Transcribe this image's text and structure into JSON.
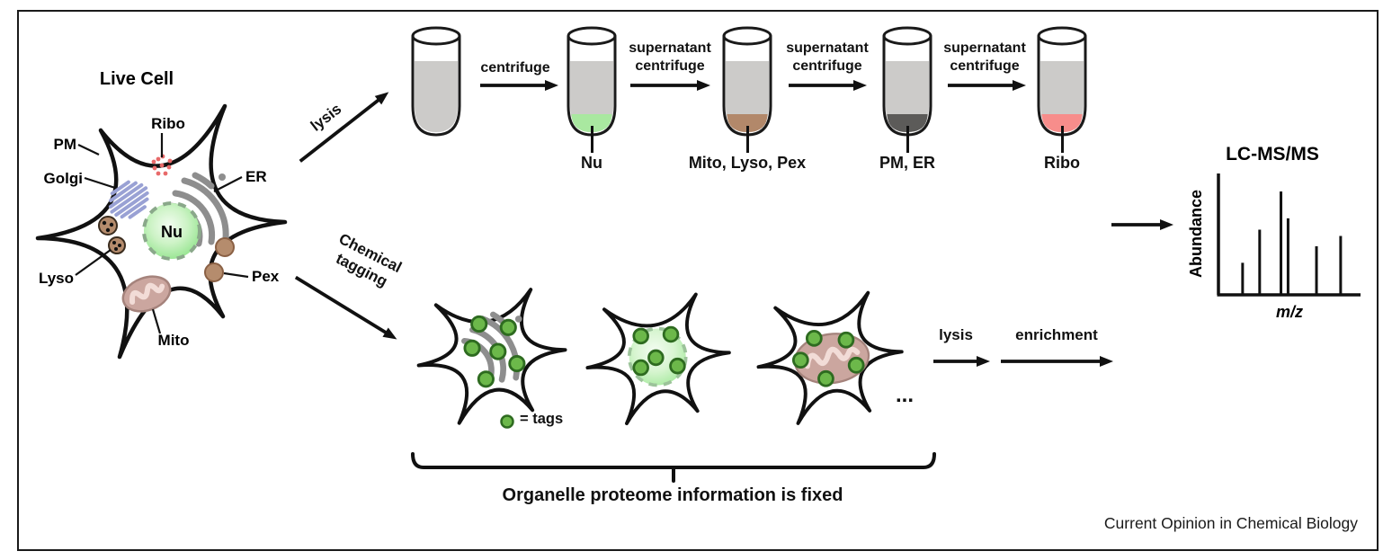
{
  "figure": {
    "attribution": "Current Opinion in Chemical Biology"
  },
  "live_cell": {
    "title": "Live Cell",
    "labels": {
      "pm": "PM",
      "ribo": "Ribo",
      "golgi": "Golgi",
      "er": "ER",
      "nu": "Nu",
      "lyso": "Lyso",
      "pex": "Pex",
      "mito": "Mito"
    }
  },
  "fractionation": {
    "lysis_label": "lysis",
    "arrows": [
      {
        "line1": "centrifuge",
        "line2": ""
      },
      {
        "line1": "supernatant",
        "line2": "centrifuge"
      },
      {
        "line1": "supernatant",
        "line2": "centrifuge"
      },
      {
        "line1": "supernatant",
        "line2": "centrifuge"
      }
    ],
    "tubes": [
      {
        "label": "",
        "pellet_color": "none"
      },
      {
        "label": "Nu",
        "pellet_color": "#a9e8a0"
      },
      {
        "label": "Mito, Lyso, Pex",
        "pellet_color": "#b2886a"
      },
      {
        "label": "PM, ER",
        "pellet_color": "#5c5b59"
      },
      {
        "label": "Ribo",
        "pellet_color": "#f78d8b"
      }
    ],
    "supernatant_color": "#cccbc9"
  },
  "tagging": {
    "step_line1": "Chemical",
    "step_line2": "tagging",
    "legend_text": "= tags",
    "ellipsis": "...",
    "lysis_label": "lysis",
    "enrichment_label": "enrichment",
    "caption": "Organelle proteome information is fixed"
  },
  "colors": {
    "tag_fill": "#6cb84a",
    "tag_stroke": "#2e6b20",
    "er_gray": "#8e8e8e",
    "golgi_blue": "#99a1d4",
    "nucleus_green": "#9ae693",
    "mito_pink": "#cba69f",
    "mito_stroke": "#a5837c",
    "lyso_pex_brown": "#b58c6d",
    "ribo_red": "#e86a6a"
  },
  "chart_data": {
    "type": "bar",
    "title": "LC-MS/MS",
    "xlabel": "m/z",
    "ylabel": "Abundance",
    "peaks_x_fraction": [
      0.17,
      0.29,
      0.44,
      0.49,
      0.69,
      0.86
    ],
    "peaks_height_fraction": [
      0.31,
      0.63,
      1.0,
      0.74,
      0.47,
      0.57
    ],
    "ylim": [
      0,
      1
    ],
    "grid": false,
    "legend": "none"
  }
}
